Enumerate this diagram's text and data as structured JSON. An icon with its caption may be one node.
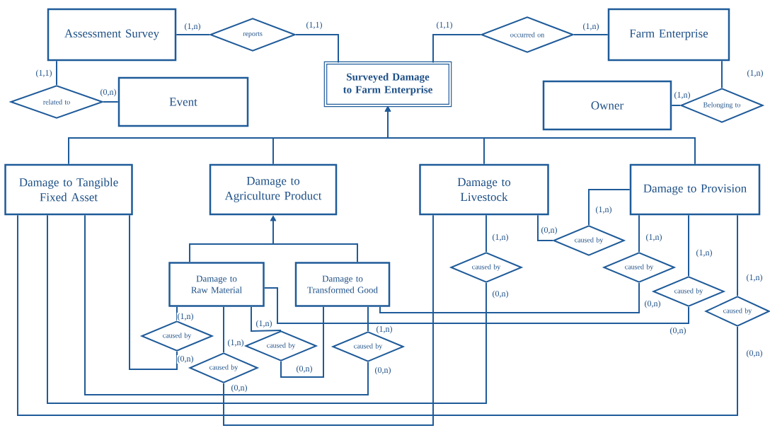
{
  "diagram": {
    "nodes": [
      {
        "text": [
          "Assessment Survey"
        ]
      },
      {
        "text": [
          "reports"
        ]
      },
      {
        "text": [
          "occurred on"
        ]
      },
      {
        "text": [
          "Farm Enterprise"
        ]
      },
      {
        "text": [
          "related to"
        ]
      },
      {
        "text": [
          "Event"
        ]
      },
      {
        "text": [
          "Surveyed Damage to Farm Enterprise"
        ]
      },
      {
        "text": [
          "Owner"
        ]
      },
      {
        "text": [
          "Belonging to"
        ]
      },
      {
        "text": [
          "Damage to Tangible Fixed Asset"
        ]
      },
      {
        "text": [
          "Damage to Agriculture Product"
        ]
      },
      {
        "text": [
          "Damage to Livestock"
        ]
      },
      {
        "text": [
          "Damage to Provision"
        ]
      },
      {
        "text": [
          "caused by"
        ]
      },
      {
        "text": [
          "caused by"
        ]
      },
      {
        "text": [
          "caused by"
        ]
      },
      {
        "text": [
          "Damage to Raw Material"
        ]
      },
      {
        "text": [
          "Damage to Transformed Good"
        ]
      },
      {
        "text": [
          "caused by"
        ]
      },
      {
        "text": [
          "caused by"
        ]
      },
      {
        "text": [
          "caused by"
        ]
      },
      {
        "text": [
          "caused by"
        ]
      },
      {
        "text": [
          "caused by"
        ]
      },
      {
        "text": [
          "caused by"
        ]
      }
    ],
    "edges": [
      {
        "from": 0,
        "to": 1,
        "arrow": "none",
        "label": "(1,n)"
      },
      {
        "from": 1,
        "to": 6,
        "arrow": "none",
        "label": "(1,1)"
      },
      {
        "from": 6,
        "to": 2,
        "arrow": "none",
        "label": "(1,1)"
      },
      {
        "from": 2,
        "to": 3,
        "arrow": "none",
        "label": "(1,n)"
      },
      {
        "from": 0,
        "to": 4,
        "arrow": "none",
        "label": "(1,1)"
      },
      {
        "from": 4,
        "to": 5,
        "arrow": "none",
        "label": "(0,n)"
      },
      {
        "from": 3,
        "to": 8,
        "arrow": "none",
        "label": "(1,n)"
      },
      {
        "from": 8,
        "to": 7,
        "arrow": "none",
        "label": "(1,n)"
      },
      {
        "from": 9,
        "to": 6,
        "arrow": "to"
      },
      {
        "from": 10,
        "to": 6,
        "arrow": "to"
      },
      {
        "from": 11,
        "to": 6,
        "arrow": "to"
      },
      {
        "from": 12,
        "to": 6,
        "arrow": "to"
      },
      {
        "from": 16,
        "to": 10,
        "arrow": "to"
      },
      {
        "from": 17,
        "to": 10,
        "arrow": "to"
      },
      {
        "from": 16,
        "to": 20,
        "arrow": "none",
        "label": "(1,n)"
      },
      {
        "from": 20,
        "to": 9,
        "arrow": "none",
        "label": "(0,n)"
      },
      {
        "from": 16,
        "to": 23,
        "arrow": "none",
        "label": "(1,n)"
      },
      {
        "from": 23,
        "to": 11,
        "arrow": "none",
        "label": "(0,n)"
      },
      {
        "from": 16,
        "to": 21,
        "arrow": "none",
        "label": "(1,n)"
      },
      {
        "from": 21,
        "to": 17,
        "arrow": "none",
        "label": "(0,n)"
      },
      {
        "from": 17,
        "to": 22,
        "arrow": "none",
        "label": "(1,n)"
      },
      {
        "from": 22,
        "to": 9,
        "arrow": "none",
        "label": "(0,n)"
      },
      {
        "from": 11,
        "to": 14,
        "arrow": "none",
        "label": "(1,n)"
      },
      {
        "from": 14,
        "to": 9,
        "arrow": "none",
        "label": "(0,n)"
      },
      {
        "from": 12,
        "to": 13,
        "arrow": "none",
        "label": "(1,n)"
      },
      {
        "from": 13,
        "to": 11,
        "arrow": "none",
        "label": "(0,n)"
      },
      {
        "from": 12,
        "to": 15,
        "arrow": "none",
        "label": "(1,n)"
      },
      {
        "from": 15,
        "to": 17,
        "arrow": "none",
        "label": "(0,n)"
      },
      {
        "from": 12,
        "to": 18,
        "arrow": "none",
        "label": "(1,n)"
      },
      {
        "from": 18,
        "to": 16,
        "arrow": "none",
        "label": "(0,n)"
      },
      {
        "from": 12,
        "to": 19,
        "arrow": "none",
        "label": "(1,n)"
      },
      {
        "from": 19,
        "to": 9,
        "arrow": "none",
        "label": "(0,n)"
      }
    ]
  }
}
